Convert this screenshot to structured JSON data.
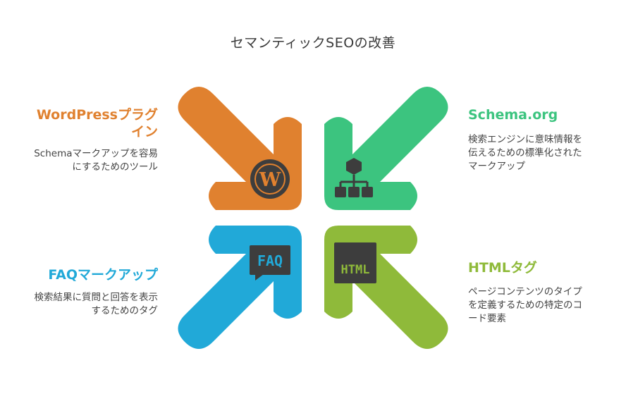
{
  "title": "セマンティックSEOの改善",
  "colors": {
    "wordpress": "#e0812f",
    "schema": "#3cc47f",
    "faq": "#21a9d8",
    "html": "#8fba3a",
    "icon": "#3d3d3d"
  },
  "items": [
    {
      "heading": "WordPressプラグイン",
      "description": "Schemaマークアップを容易にするためのツール",
      "icon": "wordpress-icon"
    },
    {
      "heading": "Schema.org",
      "description": "検索エンジンに意味情報を伝えるための標準化されたマークアップ",
      "icon": "hierarchy-icon"
    },
    {
      "heading": "FAQマークアップ",
      "description": "検索結果に質問と回答を表示するためのタグ",
      "icon": "faq-icon",
      "icon_text": "FAQ"
    },
    {
      "heading": "HTMLタグ",
      "description": "ページコンテンツのタイプを定義するための特定のコード要素",
      "icon": "html-icon",
      "icon_text": "HTML"
    }
  ]
}
